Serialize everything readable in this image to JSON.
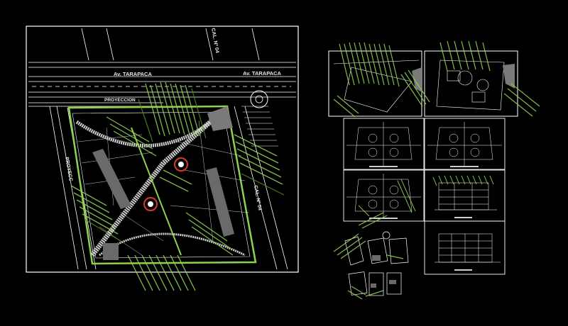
{
  "drawing": {
    "street_labels": {
      "av_tarapaca_main": "Av. TARAPACA",
      "av_tarapaca_right": "Av. TARAPACA",
      "proyeccion_top": "PROYECCION",
      "proyeccion_left": "PROYECC",
      "cal_top": "CAL. Nº 04",
      "cal_right": "CAL. Nº 04"
    },
    "colors": {
      "background": "#000000",
      "linework": "#ffffff",
      "vegetation": "#8fd14f",
      "vegetation_dark": "#4f8f25",
      "building_gray": "#6a6a6a",
      "accent_red": "#d23b2b"
    },
    "icons": {
      "north_arrow": "north-arrow-icon",
      "roundabout": "roundabout-icon"
    }
  }
}
